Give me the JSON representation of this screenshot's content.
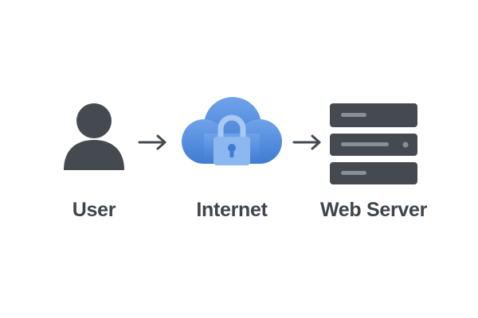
{
  "nodes": [
    {
      "id": "user",
      "label": "User",
      "icon": "user-icon"
    },
    {
      "id": "internet",
      "label": "Internet",
      "icon": "cloud-lock-icon"
    },
    {
      "id": "server",
      "label": "Web Server",
      "icon": "server-rack-icon"
    }
  ],
  "edges": [
    {
      "from": "user",
      "to": "internet"
    },
    {
      "from": "internet",
      "to": "server"
    }
  ],
  "colors": {
    "icon_dark": "#454a51",
    "label_text": "#3f454c",
    "cloud_blue": "#4a86d8",
    "cloud_light": "#6fa3ea",
    "lock_fill": "#8cb8ef",
    "arrow": "#454a51",
    "server_slot": "#8a8f96"
  }
}
